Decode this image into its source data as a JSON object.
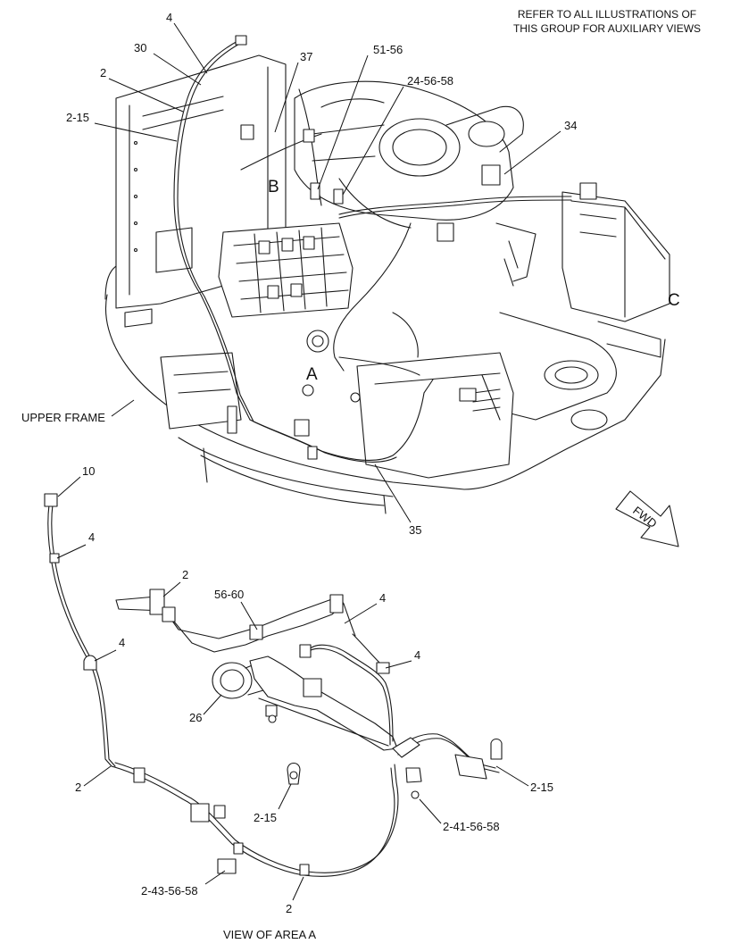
{
  "note": {
    "line1": "REFER TO ALL ILLUSTRATIONS OF",
    "line2": "THIS GROUP FOR AUXILIARY VIEWS"
  },
  "fwd_label": "FWD",
  "upper_frame_label": "UPPER FRAME",
  "view_caption": "VIEW OF AREA  A",
  "area_letters": {
    "a": "A",
    "b": "B",
    "c": "C"
  },
  "callouts_main": {
    "c4": "4",
    "c30": "30",
    "c2": "2",
    "c2_15": "2-15",
    "c37": "37",
    "c51_56": "51-56",
    "c24_56_58": "24-56-58",
    "c34": "34",
    "c35": "35"
  },
  "callouts_detail": {
    "c10": "10",
    "c4a": "4",
    "c4b": "4",
    "c2a": "2",
    "c56_60": "56-60",
    "c4c": "4",
    "c4d": "4",
    "c26": "26",
    "c2b": "2",
    "c2_15a": "2-15",
    "c2_15b": "2-15",
    "c2_41_56_58": "2-41-56-58",
    "c2_43_56_58": "2-43-56-58",
    "c2c": "2"
  }
}
